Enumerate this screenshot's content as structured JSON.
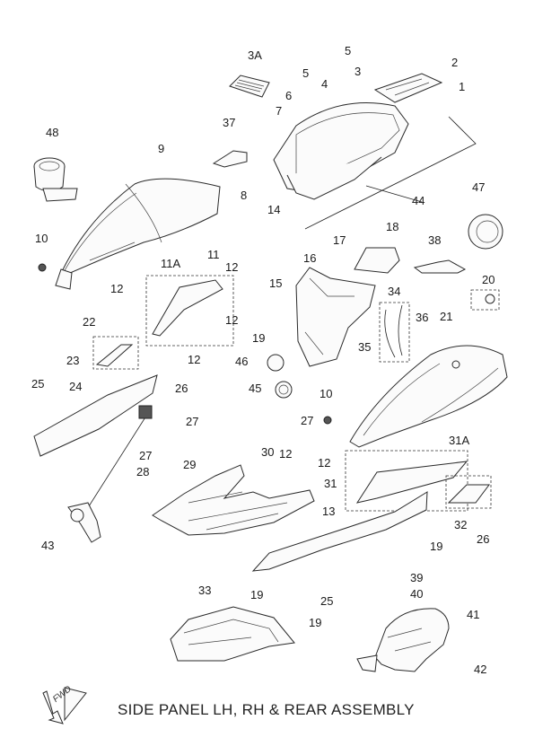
{
  "title": "SIDE PANEL LH, RH & REAR ASSEMBLY",
  "fwd_label": "FWD",
  "callouts": [
    "1",
    "2",
    "3",
    "3A",
    "4",
    "5",
    "5",
    "6",
    "7",
    "8",
    "9",
    "10",
    "10",
    "11",
    "11A",
    "12",
    "12",
    "12",
    "12",
    "12",
    "12",
    "13",
    "14",
    "15",
    "16",
    "17",
    "18",
    "19",
    "19",
    "19",
    "19",
    "20",
    "21",
    "22",
    "23",
    "24",
    "25",
    "25",
    "26",
    "26",
    "27",
    "27",
    "27",
    "28",
    "29",
    "30",
    "31",
    "31A",
    "32",
    "33",
    "34",
    "35",
    "36",
    "37",
    "38",
    "39",
    "40",
    "41",
    "42",
    "43",
    "44",
    "45",
    "46",
    "47",
    "48"
  ]
}
